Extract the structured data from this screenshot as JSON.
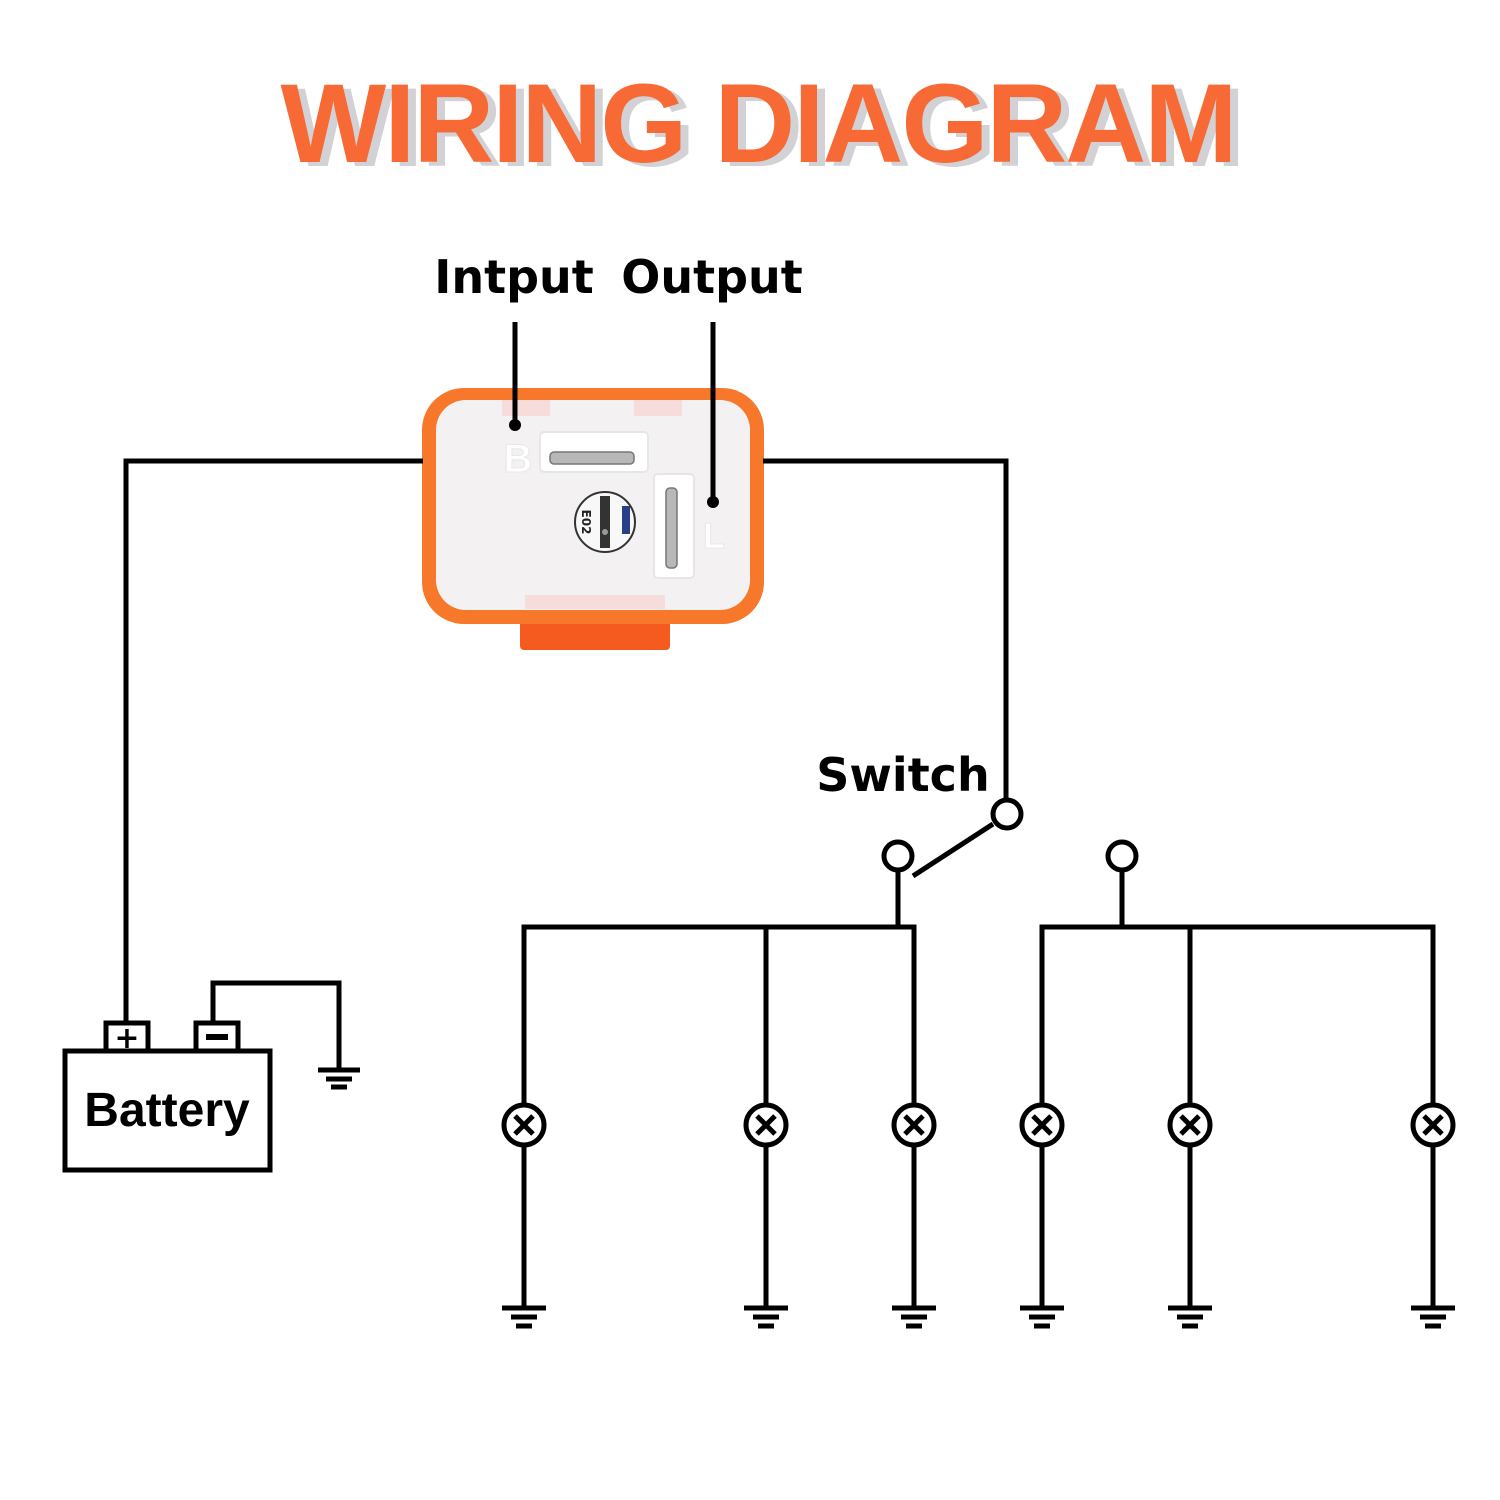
{
  "title": "WIRING DIAGRAM",
  "colors": {
    "title": "#F76A35",
    "title_shadow": "#D2D2D6",
    "relay_body": "#F7782A",
    "relay_face": "#F3F1F1",
    "relay_tab": "#F55A1E",
    "wire": "#000000"
  },
  "labels": {
    "input": "Intput",
    "output": "Output",
    "switch": "Switch",
    "battery": "Battery",
    "battery_plus": "+",
    "battery_minus": "−"
  },
  "relay": {
    "terminal_b": "B",
    "terminal_l": "L",
    "dial_text": "E02"
  },
  "lamp_groups": [
    {
      "name": "left-group",
      "lamps": 3
    },
    {
      "name": "right-group",
      "lamps": 3
    }
  ]
}
